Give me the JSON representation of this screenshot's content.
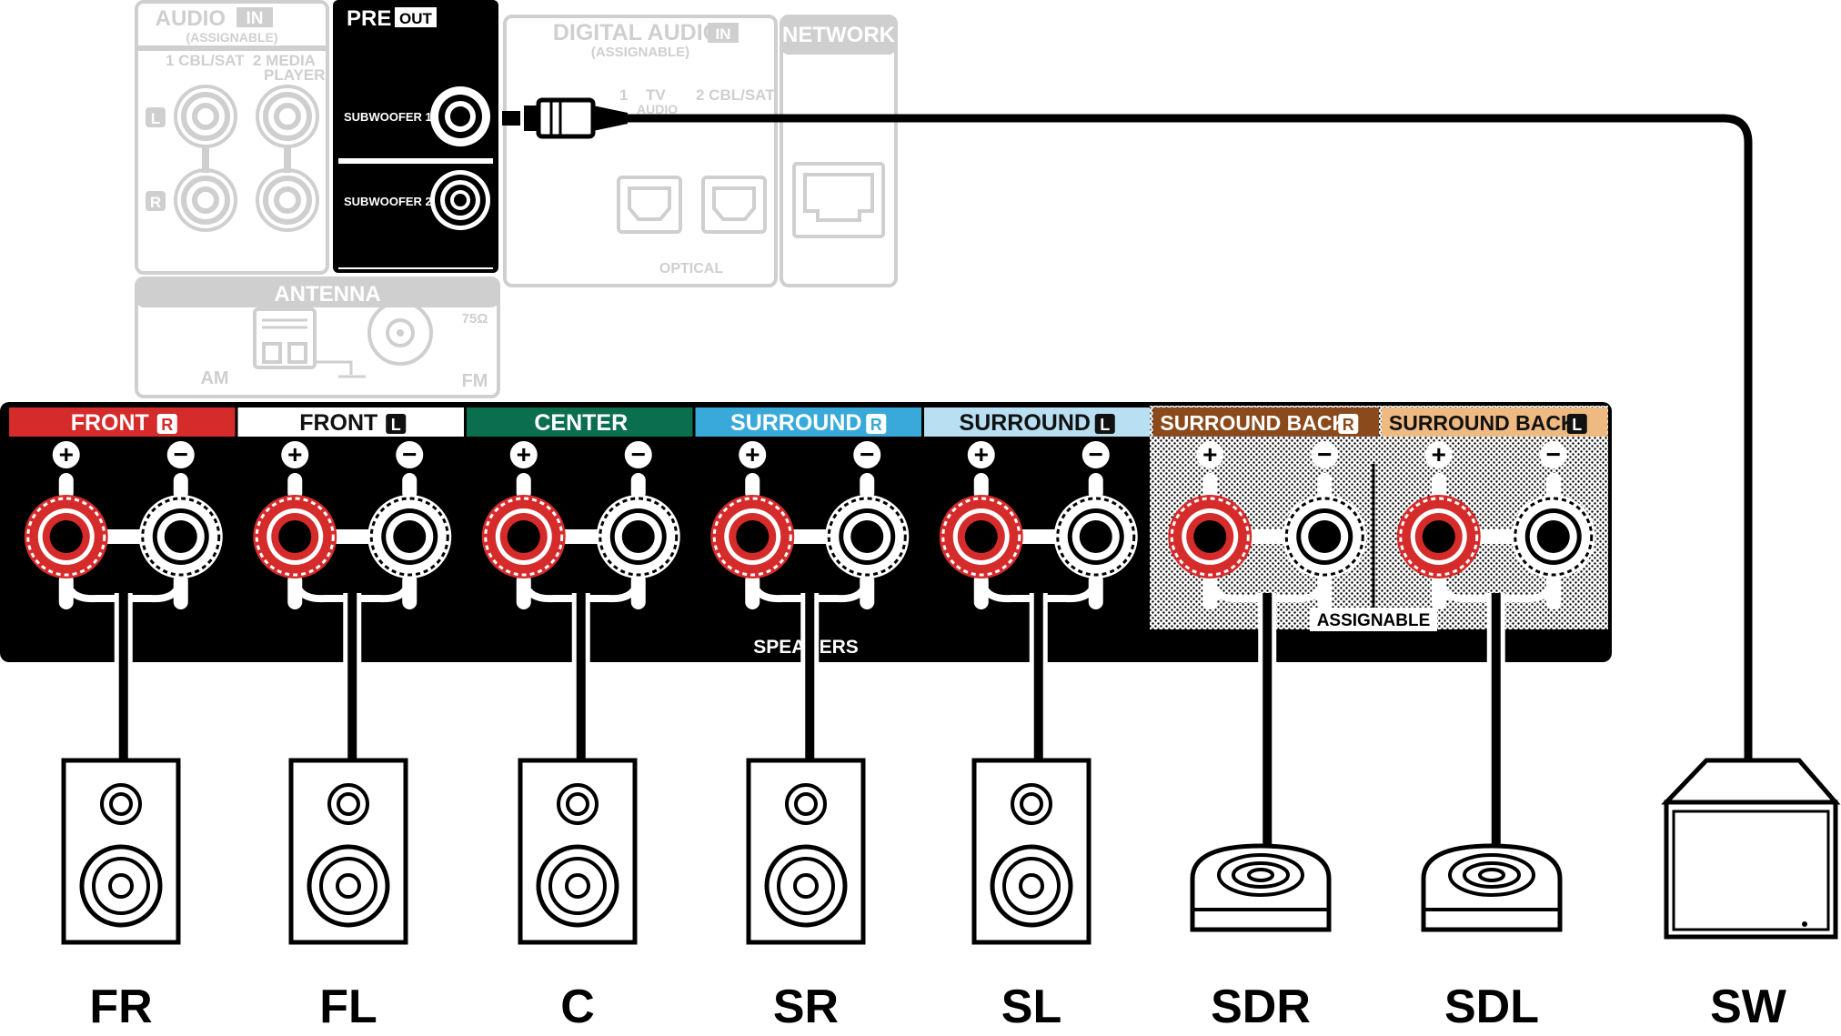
{
  "audio_in": {
    "title": "AUDIO",
    "badge": "IN",
    "sub": "(ASSIGNABLE)",
    "col1": "1 CBL/SAT",
    "col2a": "2 MEDIA",
    "col2b": "PLAYER",
    "left": "L",
    "right": "R"
  },
  "pre_out": {
    "title": "PRE",
    "badge": "OUT",
    "sub1": "SUBWOOFER 1",
    "sub2": "SUBWOOFER 2"
  },
  "digital_audio": {
    "title": "DIGITAL AUDIO",
    "badge": "IN",
    "sub": "(ASSIGNABLE)",
    "p1a": "1",
    "p1b": "TV",
    "p1c": "AUDIO",
    "p2": "2 CBL/SAT",
    "optical": "OPTICAL"
  },
  "network": {
    "title": "NETWORK"
  },
  "antenna": {
    "title": "ANTENNA",
    "ohm": "75Ω",
    "am": "AM",
    "fm": "FM"
  },
  "speakers_panel": {
    "label": "SPEAKERS",
    "assignable": "ASSIGNABLE",
    "plus": "+",
    "minus": "−",
    "channels": [
      {
        "text": "FRONT",
        "badge": "R",
        "color": "#d52b2b",
        "text_color": "#ffffff"
      },
      {
        "text": "FRONT",
        "badge": "L",
        "color": "#ffffff",
        "text_color": "#111111"
      },
      {
        "text": "CENTER",
        "badge": "",
        "color": "#0b6e4f",
        "text_color": "#ffffff"
      },
      {
        "text": "SURROUND",
        "badge": "R",
        "color": "#39a9d9",
        "text_color": "#ffffff"
      },
      {
        "text": "SURROUND",
        "badge": "L",
        "color": "#b9e0f2",
        "text_color": "#111111"
      },
      {
        "text": "SURROUND BACK",
        "badge": "R",
        "color": "#8a4a1c",
        "text_color": "#ffffff"
      },
      {
        "text": "SURROUND BACK",
        "badge": "L",
        "color": "#efba82",
        "text_color": "#111111"
      }
    ]
  },
  "speaker_labels": [
    "FR",
    "FL",
    "C",
    "SR",
    "SL",
    "SDR",
    "SDL",
    "SW"
  ],
  "colors": {
    "red_terminal": "#d52b2b",
    "panel": "#000000",
    "faded": "#cfcfcf"
  }
}
